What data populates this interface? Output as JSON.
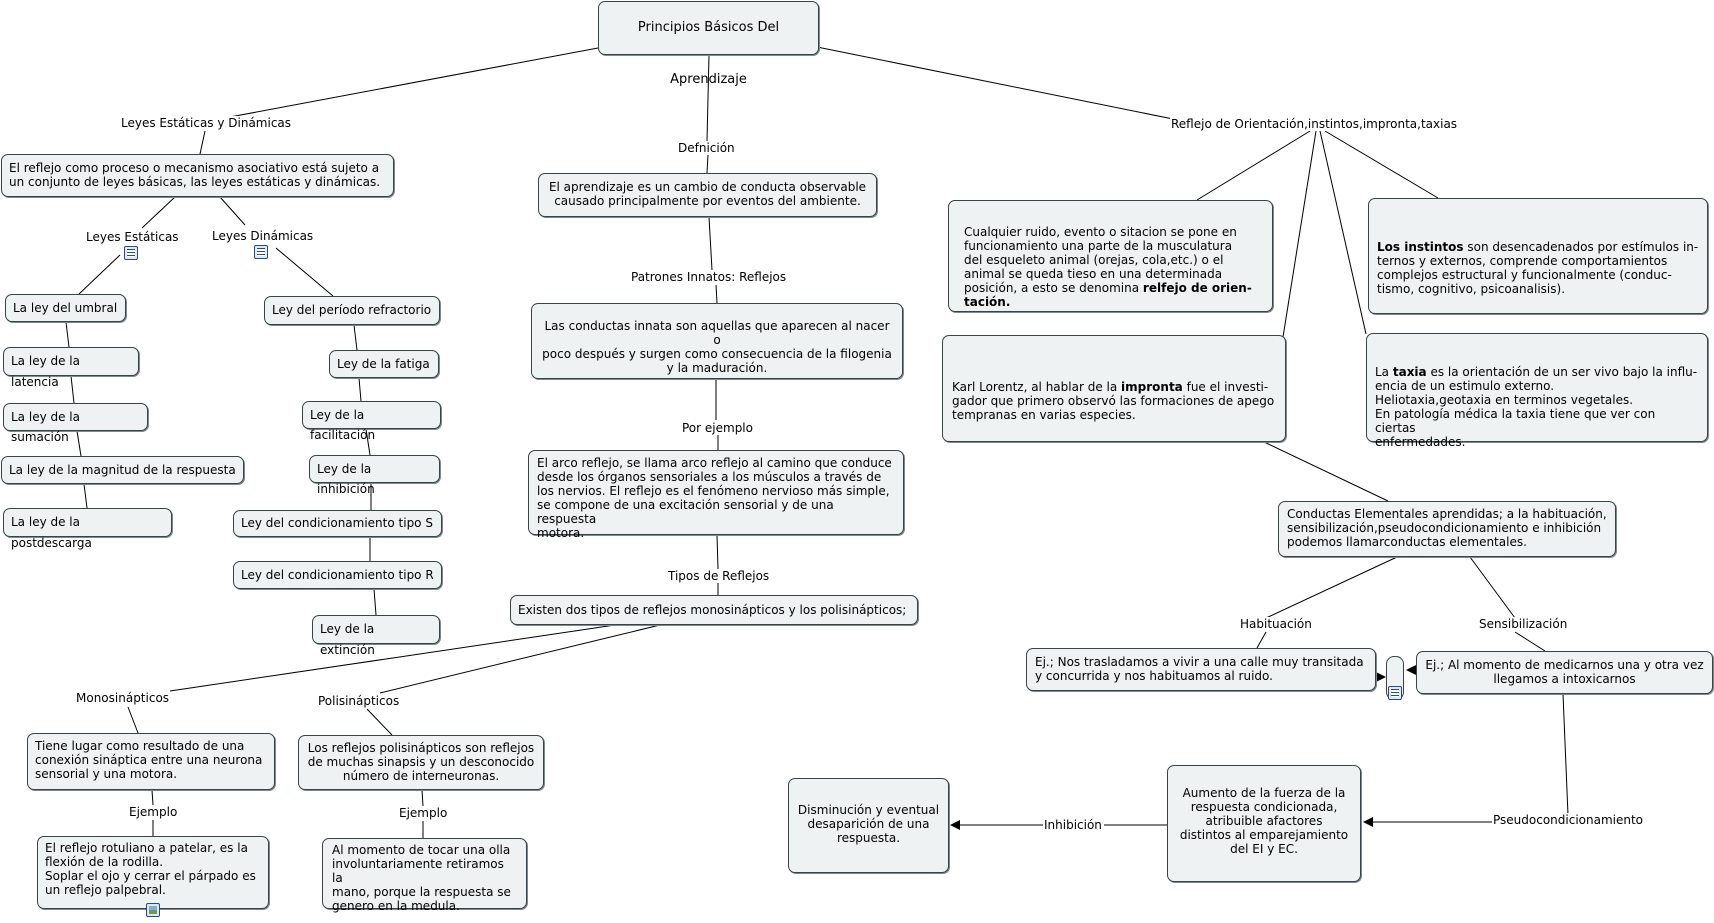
{
  "map": {
    "root": "Principios Básicos Del Aprendizaje",
    "labels": {
      "leyes": "Leyes Estáticas y Dinámicas",
      "definicion": "Defnición",
      "reflejo": "Reflejo de Orientación,instintos,impronta,taxias",
      "estaticas": "Leyes Estáticas",
      "dinamicas": "Leyes Dinámicas",
      "patrones": "Patrones Innatos: Reflejos",
      "ejemplo_p": "Por ejemplo",
      "tipos": "Tipos de Reflejos",
      "mono": "Monosinápticos",
      "poli": "Polisinápticos",
      "ej_mono": "Ejemplo",
      "ej_poli": "Ejemplo",
      "habituacion": "Habituación",
      "sensibilizacion": "Sensibilización",
      "pseudo": "Pseudocondicionamiento",
      "inhibicion": "Inhibición"
    },
    "nodes": {
      "leyes_text": "El reflejo como proceso o mecanismo asociativo está sujeto a\nun conjunto de leyes básicas, las leyes estáticas y dinámicas.",
      "definicion_text": "El aprendizaje es un cambio de conducta observable\ncausado principalmente por eventos del ambiente.",
      "conductas_innatas": "Las conductas innata son aquellas que aparecen al nacer o\npoco después y surgen como consecuencia de la filogenia\ny la maduración.",
      "arco_reflejo": "El arco reflejo, se llama arco reflejo al camino que conduce\ndesde los órganos sensoriales a los músculos a través de\nlos nervios. El reflejo es el fenómeno nervioso más simple,\nse compone de una excitación sensorial y de una respuesta\nmotora.",
      "dos_tipos": "Existen dos tipos de reflejos monosinápticos y los polisinápticos;",
      "mono_text": "Tiene lugar como resultado de una\nconexión sináptica entre una neurona\nsensorial y una motora.",
      "poli_text": "Los reflejos polisinápticos son reflejos\nde muchas sinapsis y un desconocido\nnúmero de interneuronas.",
      "rotuliano": "El reflejo rotuliano a patelar, es la\nflexión de la rodilla.\nSoplar el ojo y cerrar el párpado es\nun reflejo palpebral.",
      "olla": "Al momento de tocar una olla\ninvoluntariamente retiramos la\nmano, porque la respuesta se\ngenero en la medula.",
      "estaticas_list": [
        "La ley del umbral",
        "La ley de la latencia",
        "La ley de la sumación",
        "La ley de la magnitud de la respuesta",
        "La ley de la postdescarga"
      ],
      "dinamicas_list": [
        "Ley del período refractorio",
        "Ley de la fatiga",
        "Ley de la facilitación",
        "Ley de la inhibición",
        "Ley del condicionamiento tipo S",
        "Ley del condicionamiento tipo R",
        "Ley de la extinción"
      ],
      "ruido_a": "Cualquier ruido, evento o sitacion se pone en\nfuncionamiento una parte de la musculatura\ndel esqueleto animal (orejas, cola,etc.) o el\nanimal se queda tieso en una determinada\nposición, a esto se denomina ",
      "ruido_b": "relfejo de orien-\ntación.",
      "instintos_a": "Los instintos",
      "instintos_b": " son desencadenados por estímulos in-\nternos y externos, comprende comportamientos\ncomplejos estructural y funcionalmente (conduc-\ntismo, cognitivo, psicoanalisis).",
      "lorenz_a": "Karl Lorentz, al hablar de la ",
      "lorenz_b": "impronta",
      "lorenz_c": " fue el investi-\ngador que primero observó las formaciones de  apego\ntempranas en varias especies.",
      "taxia_a": "La ",
      "taxia_b": "taxia",
      "taxia_c": " es la orientación de un ser vivo bajo la influ-\nencia de un estimulo externo.\nHeliotaxia,geotaxia en terminos vegetales.\nEn patología médica la taxia tiene que ver con ciertas\nenfermedades.",
      "conductas_elementales": "Conductas Elementales aprendidas; a la habituación,\nsensibilización,pseudocondicionamiento e inhibición\npodemos llamarconductas elementales.",
      "habituacion_ej": "Ej.; Nos trasladamos a vivir a una calle muy transitada\ny concurrida y nos habituamos al ruido.",
      "sensibilizacion_ej": "Ej.; Al momento de medicarnos una y otra vez\nllegamos a intoxicarnos",
      "aumento": "Aumento de la fuerza de la\nrespuesta condicionada,\natribuible afactores\ndistintos al emparejamiento\ndel EI y EC.",
      "disminucion": "Disminución y eventual\ndesaparición de una\nrespuesta."
    },
    "icons": [
      "note-icon",
      "image-icon"
    ],
    "colors": {
      "node_fill": "#eef2f3",
      "node_border": "#3a4446",
      "line": "#000000"
    }
  }
}
